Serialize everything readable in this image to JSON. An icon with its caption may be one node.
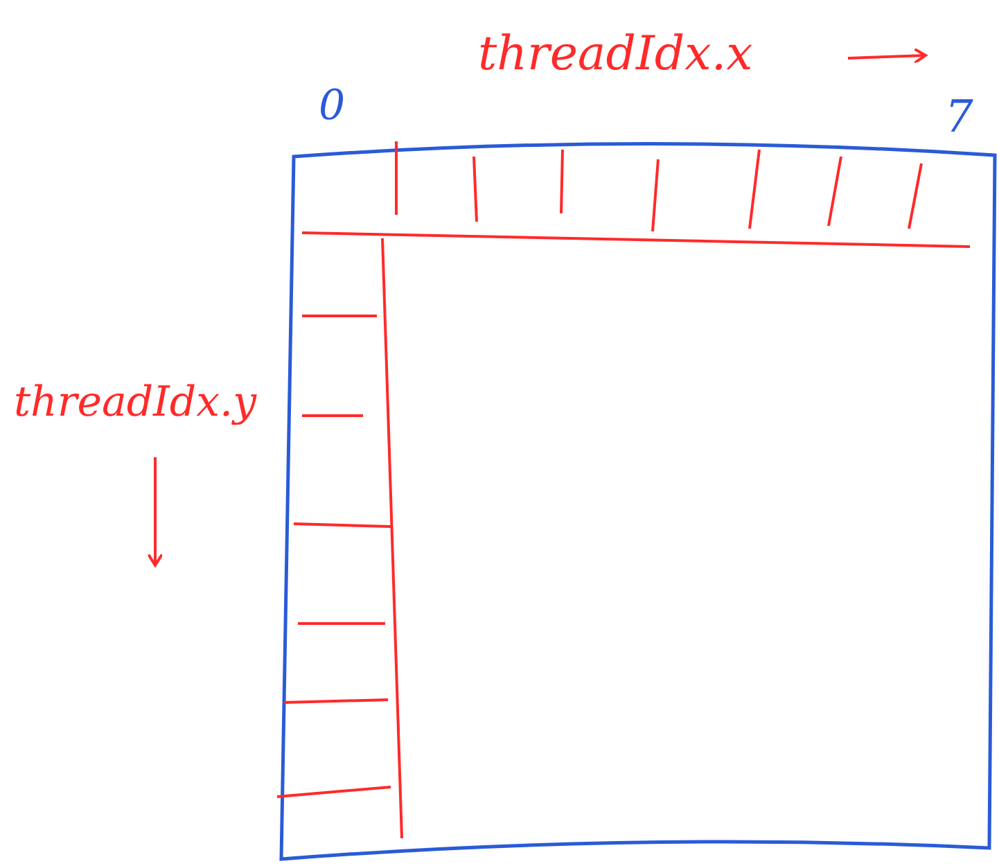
{
  "diagram": {
    "labels": [
      "threadIdx.x",
      "0",
      "7",
      "threadIdx.y"
    ]
  }
}
